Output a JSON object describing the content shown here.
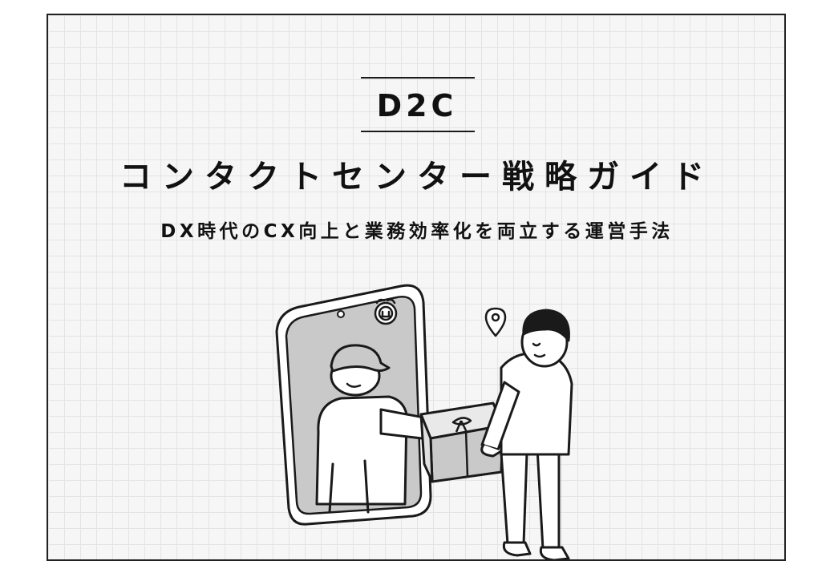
{
  "cover": {
    "category": "D2C",
    "title": "コンタクトセンター戦略ガイド",
    "subtitle": "DX時代のCX向上と業務効率化を両立する運営手法"
  },
  "illustration": {
    "icons": [
      "alarm-clock-icon",
      "location-pin-icon"
    ],
    "colors": {
      "line": "#1a1a1a",
      "fill_gray": "#c9c9c9",
      "fill_light": "#ffffff"
    }
  }
}
